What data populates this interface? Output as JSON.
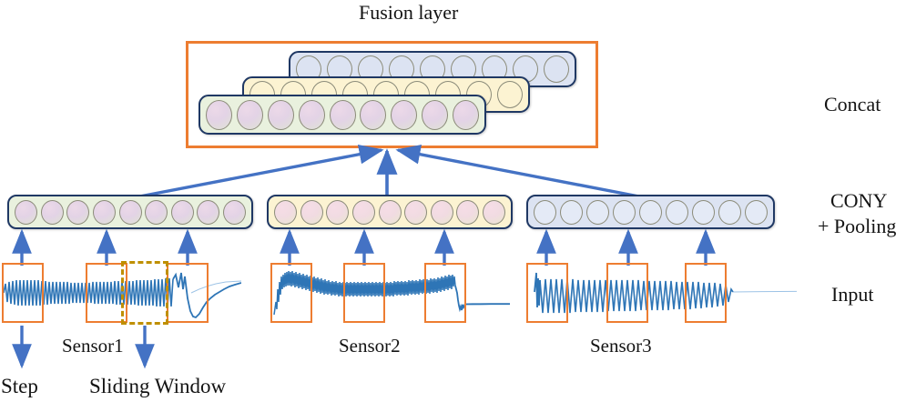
{
  "figure": {
    "title": "Fusion layer",
    "type": "neural-network-architecture-diagram"
  },
  "side_labels": [
    {
      "id": "concat",
      "text": "Concat"
    },
    {
      "id": "conv-pooling-line1",
      "text": "CONY"
    },
    {
      "id": "conv-pooling-line2",
      "text": "+ Pooling"
    },
    {
      "id": "input",
      "text": "Input"
    }
  ],
  "bottom_labels": [
    {
      "id": "step",
      "text": "Step"
    },
    {
      "id": "sliding-window",
      "text": "Sliding Window"
    }
  ],
  "sensors": [
    {
      "id": "sensor1",
      "label": "Sensor1"
    },
    {
      "id": "sensor2",
      "label": "Sensor2"
    },
    {
      "id": "sensor3",
      "label": "Sensor3"
    }
  ],
  "fusion_layer": {
    "frame_color": "#ED7D31",
    "stacked_bars": [
      {
        "id": "fusion-bar-back",
        "fill": "#DCE3F2",
        "cell_count": 9,
        "cell_style": "plain-b"
      },
      {
        "id": "fusion-bar-middle",
        "fill": "#FCF3D2",
        "cell_count": 9,
        "cell_style": "plain-y"
      },
      {
        "id": "fusion-bar-front",
        "fill": "#E9F1DE",
        "cell_count": 9,
        "cell_style": "pink"
      }
    ]
  },
  "conv_layers": [
    {
      "id": "conv-bar-sensor1",
      "fill": "#E9F1DE",
      "cell_count": 9,
      "cell_style": "pink",
      "border": "#1F3864"
    },
    {
      "id": "conv-bar-sensor2",
      "fill": "#FCF3D2",
      "cell_count": 9,
      "cell_style": "pink2",
      "border": "#1F3864"
    },
    {
      "id": "conv-bar-sensor3",
      "fill": "#DCE3F2",
      "cell_count": 9,
      "cell_style": "plain-b2",
      "border": "#1F3864"
    }
  ],
  "colors": {
    "orange": "#ED7D31",
    "arrow_blue": "#4472C4",
    "dark_navy": "#1F3864",
    "signal_blue": "#2E75B6",
    "sliding_window_olive": "#BF8F00"
  },
  "input_windows": {
    "sensor1_box_count": 3,
    "sensor2_box_count": 3,
    "sensor3_box_count": 3,
    "sliding_window_dashed": true
  }
}
